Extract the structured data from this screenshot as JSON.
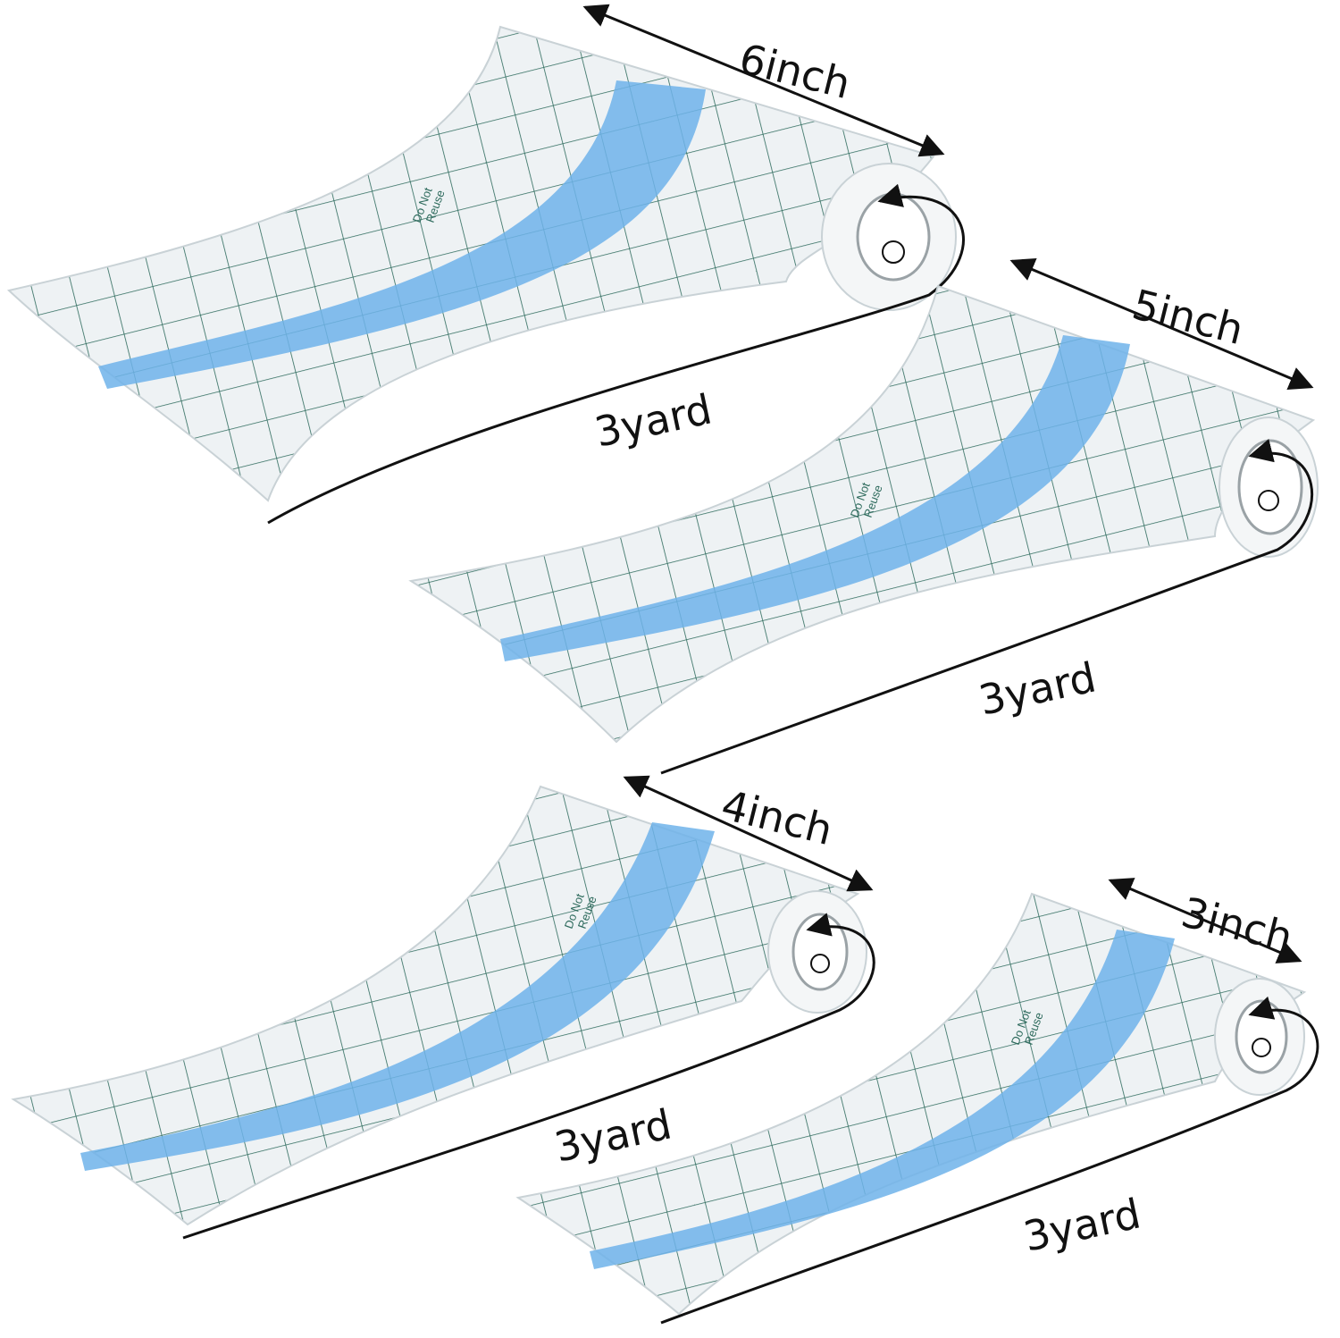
{
  "colors": {
    "background": "#ffffff",
    "grid": "#2d6a5c",
    "stripe": "#6fb3ea",
    "film": "#eef2f4",
    "roll_core": "#9aa2a6",
    "text": "#111111"
  },
  "film_print": {
    "line1": "Do Not",
    "line2": "Reuse"
  },
  "rolls": [
    {
      "id": "roll-6",
      "width_label": "6inch",
      "length_label": "3yard"
    },
    {
      "id": "roll-5",
      "width_label": "5inch",
      "length_label": "3yard"
    },
    {
      "id": "roll-4",
      "width_label": "4inch",
      "length_label": "3yard"
    },
    {
      "id": "roll-3",
      "width_label": "3inch",
      "length_label": "3yard"
    }
  ]
}
